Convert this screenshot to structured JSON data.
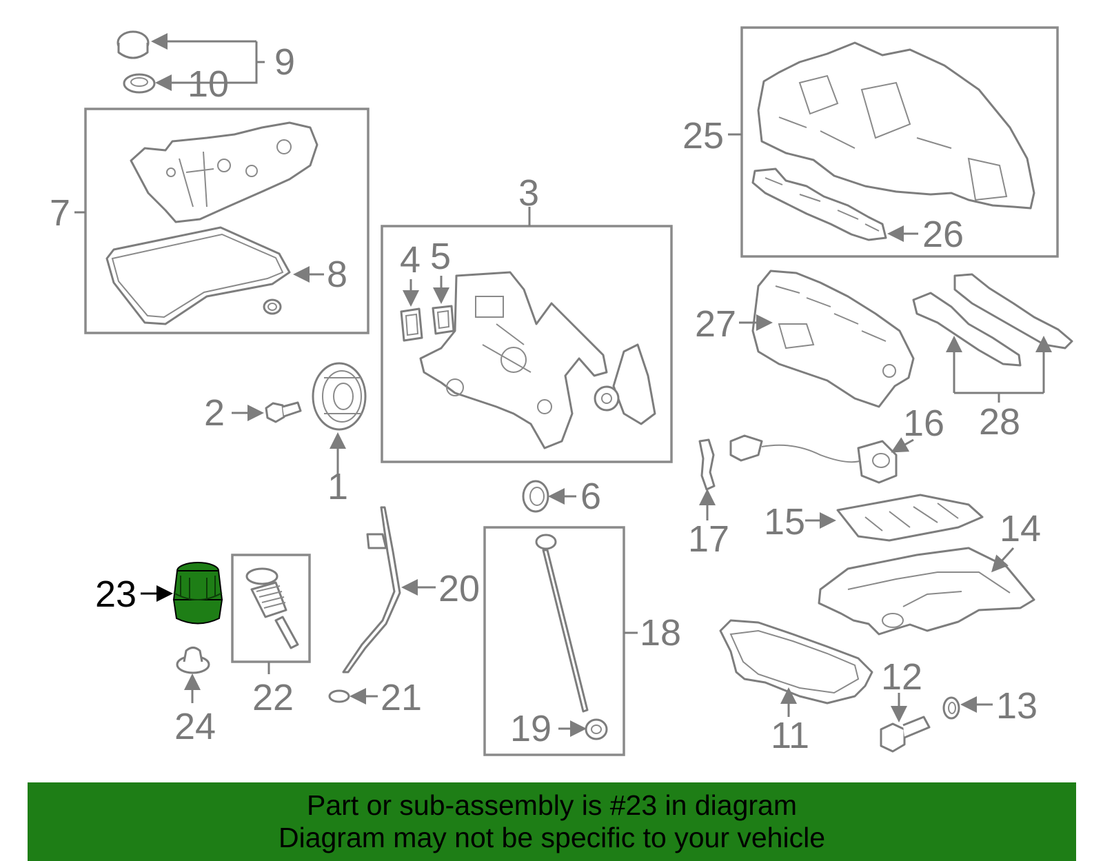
{
  "diagram": {
    "highlight_color": "#1e7e16",
    "line_color": "#7d7d7d",
    "callouts": {
      "n1": "1",
      "n2": "2",
      "n3": "3",
      "n4": "4",
      "n5": "5",
      "n6": "6",
      "n7": "7",
      "n8": "8",
      "n9": "9",
      "n10": "10",
      "n11": "11",
      "n12": "12",
      "n13": "13",
      "n14": "14",
      "n15": "15",
      "n16": "16",
      "n17": "17",
      "n18": "18",
      "n19": "19",
      "n20": "20",
      "n21": "21",
      "n22": "22",
      "n23": "23",
      "n24": "24",
      "n25": "25",
      "n26": "26",
      "n27": "27",
      "n28": "28"
    }
  },
  "banner": {
    "line1": "Part or sub-assembly is #23 in diagram",
    "line2": "Diagram may not be specific to your vehicle",
    "color": "#1e7e16"
  }
}
